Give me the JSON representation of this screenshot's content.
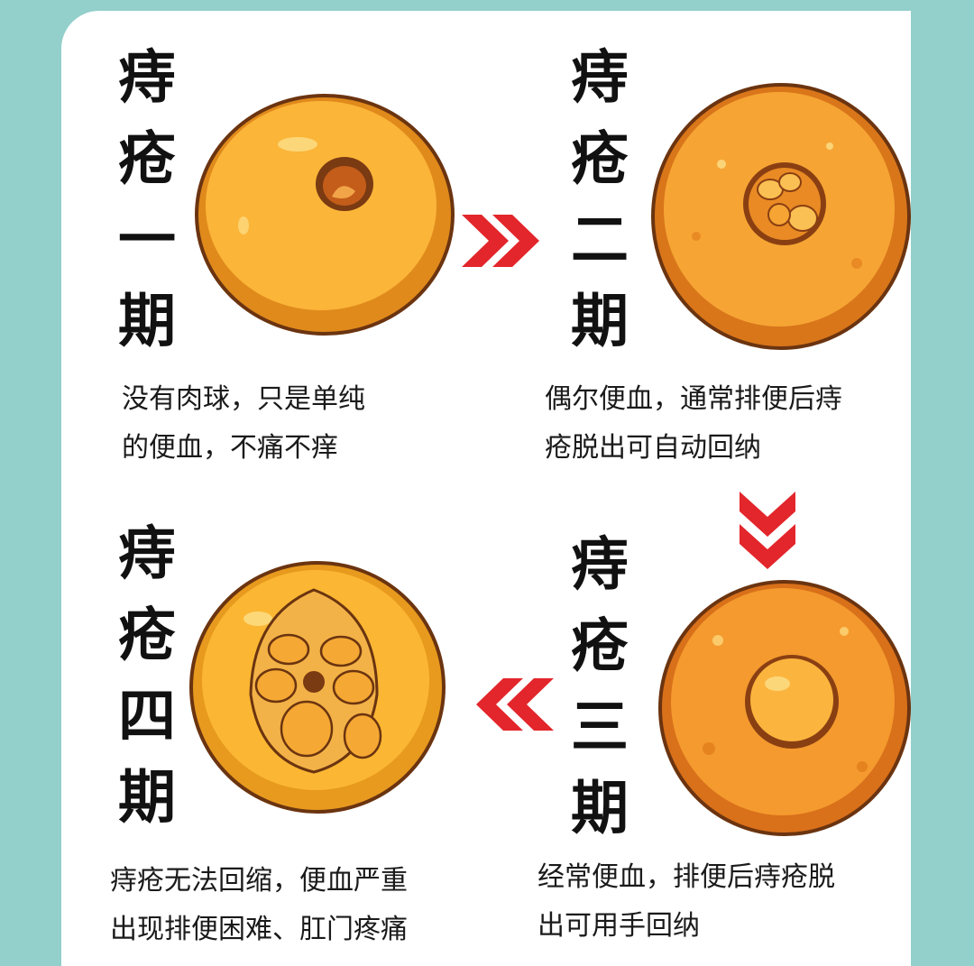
{
  "stages": [
    {
      "title_chars": [
        "痔",
        "疮",
        "一",
        "期"
      ],
      "desc_lines": [
        "没有肉球，只是单纯",
        "的便血，不痛不痒"
      ]
    },
    {
      "title_chars": [
        "痔",
        "疮",
        "二",
        "期"
      ],
      "desc_lines": [
        "偶尔便血，通常排便后痔",
        "疮脱出可自动回纳"
      ]
    },
    {
      "title_chars": [
        "痔",
        "疮",
        "三",
        "期"
      ],
      "desc_lines": [
        "经常便血，排便后痔疮脱",
        "出可用手回纳"
      ]
    },
    {
      "title_chars": [
        "痔",
        "疮",
        "四",
        "期"
      ],
      "desc_lines": [
        "痔疮无法回缩，便血严重",
        "出现排便困难、肛门疼痛"
      ]
    }
  ],
  "colors": {
    "background": "#93cfcb",
    "card": "#ffffff",
    "arrow": "#e2262b",
    "orange_light": "#fbb539",
    "orange_dark": "#d97a14",
    "outline": "#6b3410"
  },
  "icons": [
    "arrow-right-icon",
    "arrow-down-icon",
    "arrow-left-icon"
  ]
}
